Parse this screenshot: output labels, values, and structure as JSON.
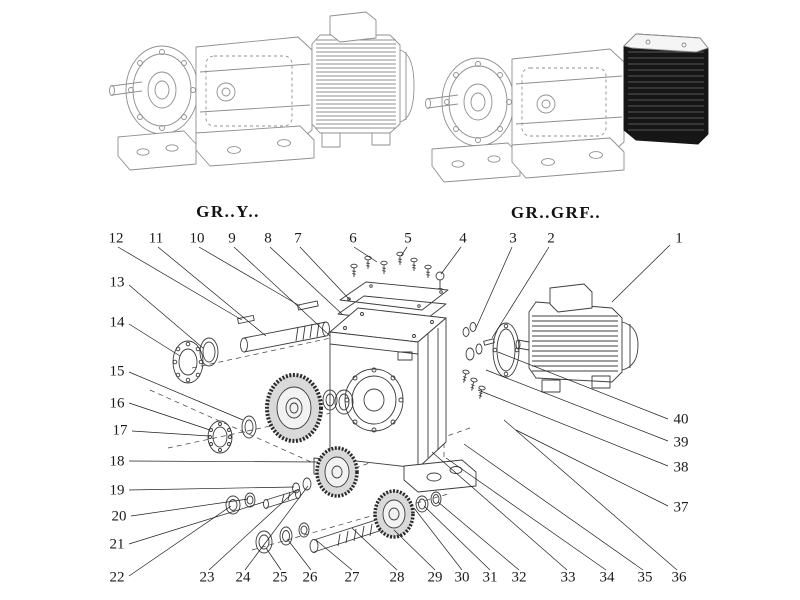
{
  "captions": {
    "left": "GR..Y..",
    "right": "GR..GRF.."
  },
  "callouts": {
    "n1": "1",
    "n2": "2",
    "n3": "3",
    "n4": "4",
    "n5": "5",
    "n6": "6",
    "n7": "7",
    "n8": "8",
    "n9": "9",
    "n10": "10",
    "n11": "11",
    "n12": "12",
    "n13": "13",
    "n14": "14",
    "n15": "15",
    "n16": "16",
    "n17": "17",
    "n18": "18",
    "n19": "19",
    "n20": "20",
    "n21": "21",
    "n22": "22",
    "n23": "23",
    "n24": "24",
    "n25": "25",
    "n26": "26",
    "n27": "27",
    "n28": "28",
    "n29": "29",
    "n30": "30",
    "n31": "31",
    "n32": "32",
    "n33": "33",
    "n34": "34",
    "n35": "35",
    "n36": "36",
    "n37": "37",
    "n38": "38",
    "n39": "39",
    "n40": "40"
  },
  "colors": {
    "background": "#ffffff",
    "line_art": "#8f8f8f",
    "exploded_line": "#3c3c3c",
    "leader_line": "#1f1f1f",
    "label_text": "#1a1a1a",
    "dark_block": "#161616",
    "gear_fill": "#d9d9d9"
  }
}
